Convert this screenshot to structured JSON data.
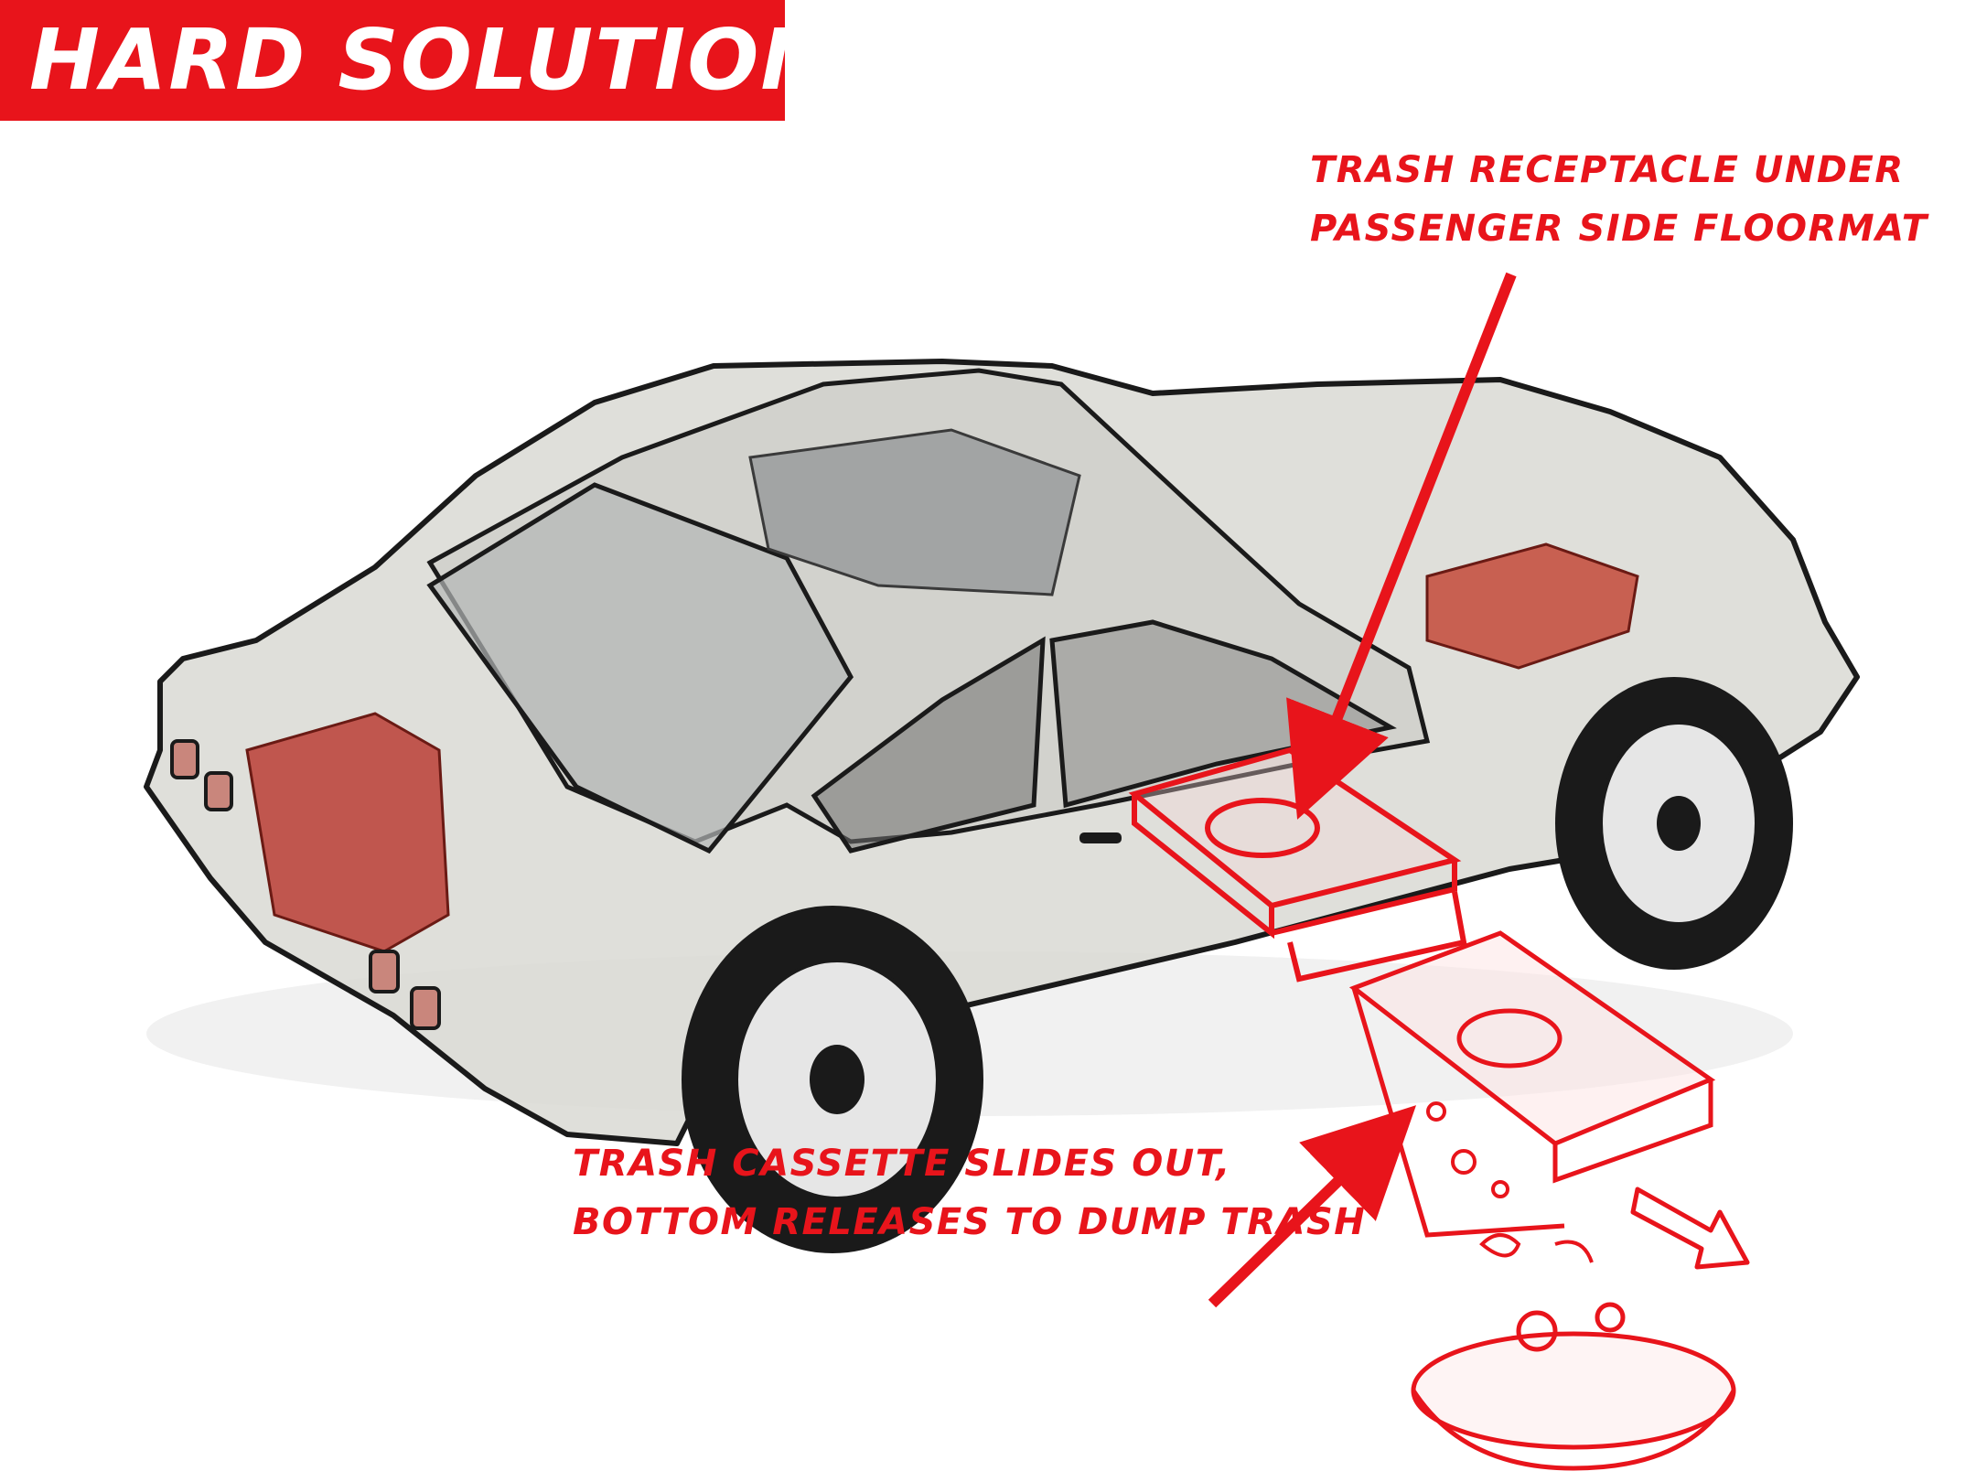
{
  "banner": {
    "title": "HARD SOLUTION",
    "color": "#e8141b"
  },
  "callouts": {
    "receptacle": {
      "line1": "TRASH RECEPTACLE UNDER",
      "line2": "PASSENGER SIDE FLOORMAT"
    },
    "cassette": {
      "line1": "TRASH CASSETTE SLIDES OUT,",
      "line2": "BOTTOM RELEASES TO DUMP TRASH"
    }
  },
  "colors": {
    "accent": "#e8141b",
    "ink": "#1a1a1a",
    "body": "#dcdcd8"
  }
}
